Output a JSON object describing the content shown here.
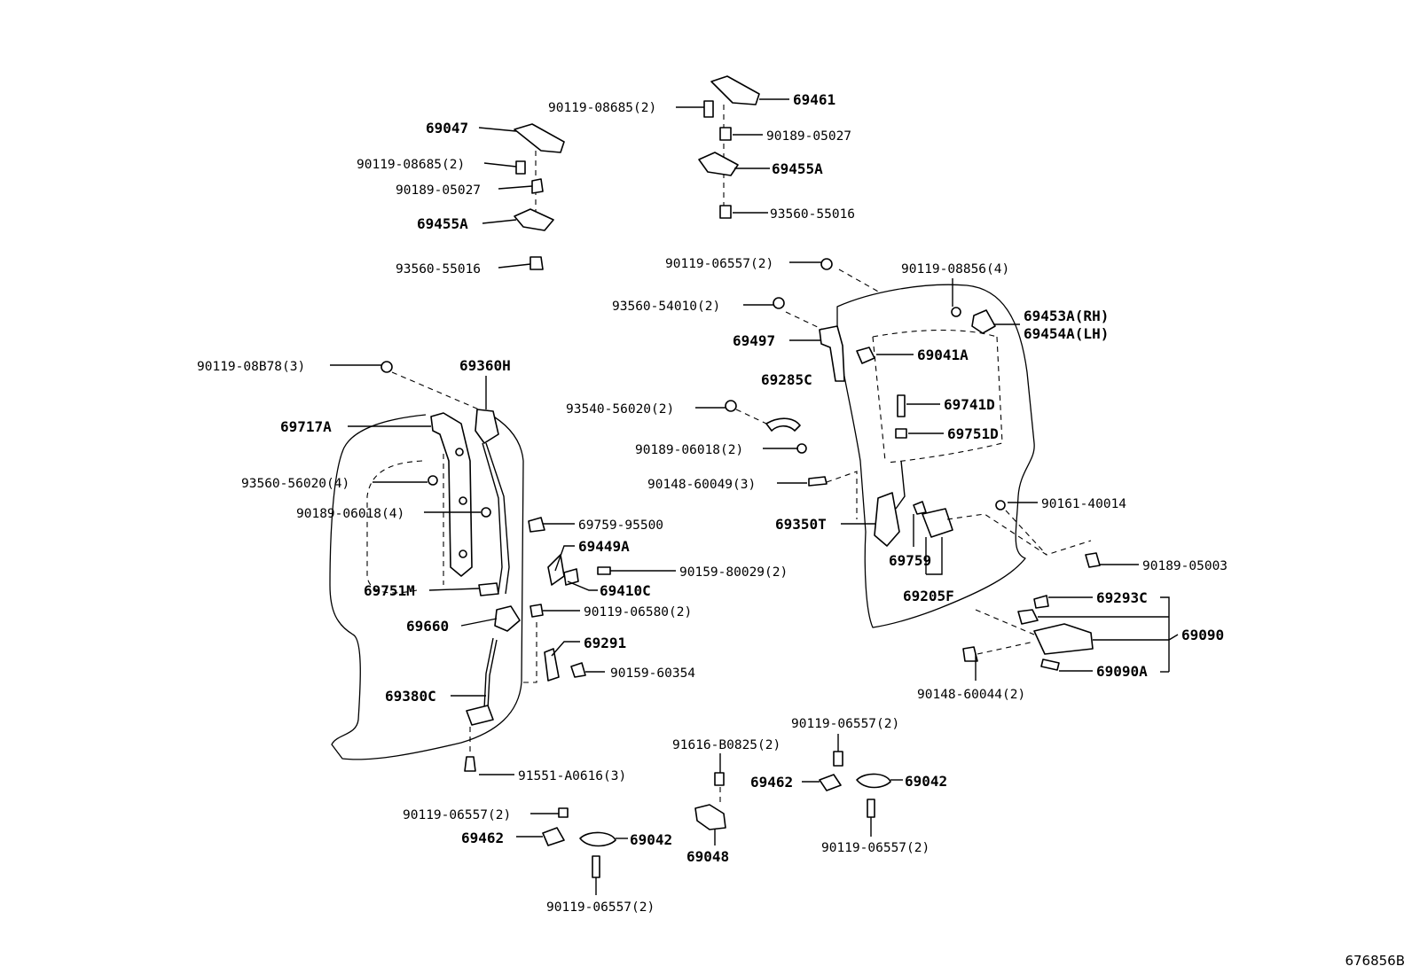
{
  "diagram": {
    "reference": "676856B",
    "labels": {
      "l01": "90119-08685(2)",
      "l02": "69461",
      "l03": "90189-05027",
      "l04": "69455A",
      "l05": "93560-55016",
      "l06": "69047",
      "l07": "90119-08685(2)",
      "l08": "90189-05027",
      "l09": "69455A",
      "l10": "93560-55016",
      "l11": "90119-06557(2)",
      "l12": "90119-08856(4)",
      "l13": "93560-54010(2)",
      "l14": "69453A(RH)",
      "l15": "69454A(LH)",
      "l16": "69497",
      "l17": "69041A",
      "l18": "90119-08B78(3)",
      "l19": "69360H",
      "l20": "69285C",
      "l21": "69741D",
      "l22": "93540-56020(2)",
      "l23": "69751D",
      "l24": "69717A",
      "l25": "90189-06018(2)",
      "l26": "90148-60049(3)",
      "l27": "93560-56020(4)",
      "l28": "90161-40014",
      "l29": "90189-06018(4)",
      "l30": "69759-95500",
      "l31": "69350T",
      "l32": "69449A",
      "l33": "90189-05003",
      "l34": "90159-80029(2)",
      "l35": "69759",
      "l36": "69410C",
      "l37": "69751M",
      "l38": "69205F",
      "l39": "69293C",
      "l40": "90119-06580(2)",
      "l41": "69660",
      "l42": "69090",
      "l43": "69291",
      "l44": "90159-60354",
      "l45": "69090A",
      "l46": "69380C",
      "l47": "90148-60044(2)",
      "l48": "90119-06557(2)",
      "l49": "91616-B0825(2)",
      "l50": "91551-A0616(3)",
      "l51": "69462",
      "l52": "69042",
      "l53": "90119-06557(2)",
      "l54": "69462",
      "l55": "69042",
      "l56": "69048",
      "l57": "90119-06557(2)",
      "l58": "90119-06557(2)"
    }
  }
}
